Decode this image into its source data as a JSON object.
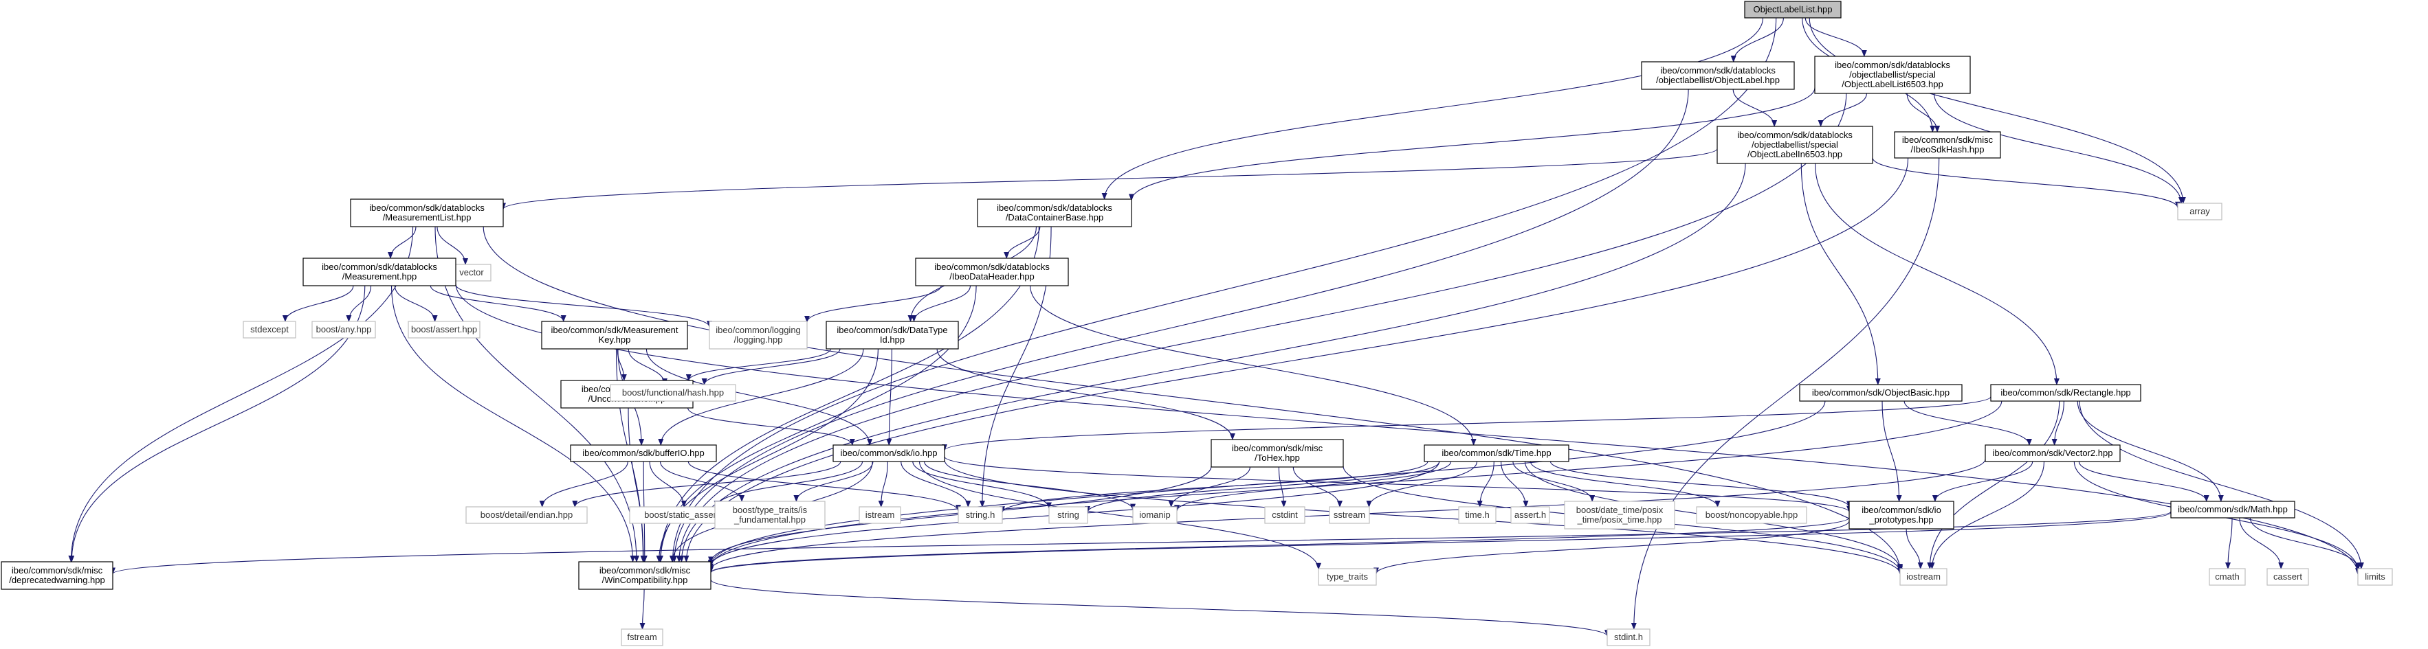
{
  "diagram": {
    "kind": "include-dependency-graph",
    "colors": {
      "edge": "#191970",
      "root_fill": "#bfbfbf",
      "node_border": "#000000",
      "external_border": "#bfbfbf",
      "background": "#ffffff"
    },
    "nodes": [
      {
        "id": "root",
        "lines": [
          "ObjectLabelList.hpp"
        ],
        "kind": "root"
      },
      {
        "id": "objlabel",
        "lines": [
          "ibeo/common/sdk/datablocks",
          "/objectlabellist/ObjectLabel.hpp"
        ],
        "kind": "doc"
      },
      {
        "id": "oll6503",
        "lines": [
          "ibeo/common/sdk/datablocks",
          "/objectlabellist/special",
          "/ObjectLabelList6503.hpp"
        ],
        "kind": "doc"
      },
      {
        "id": "ol6503",
        "lines": [
          "ibeo/common/sdk/datablocks",
          "/objectlabellist/special",
          "/ObjectLabelIn6503.hpp"
        ],
        "kind": "doc"
      },
      {
        "id": "sdkhash",
        "lines": [
          "ibeo/common/sdk/misc",
          "/IbeoSdkHash.hpp"
        ],
        "kind": "doc"
      },
      {
        "id": "array",
        "lines": [
          "array"
        ],
        "kind": "ext"
      },
      {
        "id": "measlist",
        "lines": [
          "ibeo/common/sdk/datablocks",
          "/MeasurementList.hpp"
        ],
        "kind": "doc"
      },
      {
        "id": "dcb",
        "lines": [
          "ibeo/common/sdk/datablocks",
          "/DataContainerBase.hpp"
        ],
        "kind": "doc"
      },
      {
        "id": "vector",
        "lines": [
          "vector"
        ],
        "kind": "ext"
      },
      {
        "id": "meas",
        "lines": [
          "ibeo/common/sdk/datablocks",
          "/Measurement.hpp"
        ],
        "kind": "doc"
      },
      {
        "id": "idh",
        "lines": [
          "ibeo/common/sdk/datablocks",
          "/IbeoDataHeader.hpp"
        ],
        "kind": "doc"
      },
      {
        "id": "stdexcept",
        "lines": [
          "stdexcept"
        ],
        "kind": "ext"
      },
      {
        "id": "boostany",
        "lines": [
          "boost/any.hpp"
        ],
        "kind": "ext"
      },
      {
        "id": "boostassert",
        "lines": [
          "boost/assert.hpp"
        ],
        "kind": "ext"
      },
      {
        "id": "mkey",
        "lines": [
          "ibeo/common/sdk/Measurement",
          "Key.hpp"
        ],
        "kind": "doc"
      },
      {
        "id": "logging",
        "lines": [
          "ibeo/common/logging",
          "/logging.hpp"
        ],
        "kind": "ext"
      },
      {
        "id": "dtid",
        "lines": [
          "ibeo/common/sdk/DataType",
          "Id.hpp"
        ],
        "kind": "doc"
      },
      {
        "id": "unconv",
        "lines": [
          "ibeo/common/sdk/misc",
          "/Unconvertable.hpp"
        ],
        "kind": "doc"
      },
      {
        "id": "boosthash",
        "lines": [
          "boost/functional/hash.hpp"
        ],
        "kind": "ext"
      },
      {
        "id": "objbasic",
        "lines": [
          "ibeo/common/sdk/ObjectBasic.hpp"
        ],
        "kind": "doc"
      },
      {
        "id": "rect",
        "lines": [
          "ibeo/common/sdk/Rectangle.hpp"
        ],
        "kind": "doc"
      },
      {
        "id": "bufio",
        "lines": [
          "ibeo/common/sdk/bufferIO.hpp"
        ],
        "kind": "doc"
      },
      {
        "id": "io",
        "lines": [
          "ibeo/common/sdk/io.hpp"
        ],
        "kind": "doc"
      },
      {
        "id": "tohex",
        "lines": [
          "ibeo/common/sdk/misc",
          "/ToHex.hpp"
        ],
        "kind": "doc"
      },
      {
        "id": "time",
        "lines": [
          "ibeo/common/sdk/Time.hpp"
        ],
        "kind": "doc"
      },
      {
        "id": "vec2",
        "lines": [
          "ibeo/common/sdk/Vector2.hpp"
        ],
        "kind": "doc"
      },
      {
        "id": "endian",
        "lines": [
          "boost/detail/endian.hpp"
        ],
        "kind": "ext"
      },
      {
        "id": "staticassert",
        "lines": [
          "boost/static_assert.hpp"
        ],
        "kind": "ext"
      },
      {
        "id": "typetraitsfund",
        "lines": [
          "boost/type_traits/is",
          "_fundamental.hpp"
        ],
        "kind": "ext"
      },
      {
        "id": "istream",
        "lines": [
          "istream"
        ],
        "kind": "ext"
      },
      {
        "id": "stringh",
        "lines": [
          "string.h"
        ],
        "kind": "ext"
      },
      {
        "id": "string",
        "lines": [
          "string"
        ],
        "kind": "ext"
      },
      {
        "id": "iomanip",
        "lines": [
          "iomanip"
        ],
        "kind": "ext"
      },
      {
        "id": "cstdint",
        "lines": [
          "cstdint"
        ],
        "kind": "ext"
      },
      {
        "id": "sstream",
        "lines": [
          "sstream"
        ],
        "kind": "ext"
      },
      {
        "id": "timeh",
        "lines": [
          "time.h"
        ],
        "kind": "ext"
      },
      {
        "id": "asserth",
        "lines": [
          "assert.h"
        ],
        "kind": "ext"
      },
      {
        "id": "posix",
        "lines": [
          "boost/date_time/posix",
          "_time/posix_time.hpp"
        ],
        "kind": "ext"
      },
      {
        "id": "noncopy",
        "lines": [
          "boost/noncopyable.hpp"
        ],
        "kind": "ext"
      },
      {
        "id": "ioproto",
        "lines": [
          "ibeo/common/sdk/io",
          "_prototypes.hpp"
        ],
        "kind": "doc"
      },
      {
        "id": "math",
        "lines": [
          "ibeo/common/sdk/Math.hpp"
        ],
        "kind": "doc"
      },
      {
        "id": "deprecated",
        "lines": [
          "ibeo/common/sdk/misc",
          "/deprecatedwarning.hpp"
        ],
        "kind": "doc"
      },
      {
        "id": "wincompat",
        "lines": [
          "ibeo/common/sdk/misc",
          "/WinCompatibility.hpp"
        ],
        "kind": "doc"
      },
      {
        "id": "typetraits",
        "lines": [
          "type_traits"
        ],
        "kind": "ext"
      },
      {
        "id": "iostream",
        "lines": [
          "iostream"
        ],
        "kind": "ext"
      },
      {
        "id": "cmath",
        "lines": [
          "cmath"
        ],
        "kind": "ext"
      },
      {
        "id": "cassert",
        "lines": [
          "cassert"
        ],
        "kind": "ext"
      },
      {
        "id": "limits",
        "lines": [
          "limits"
        ],
        "kind": "ext"
      },
      {
        "id": "fstream",
        "lines": [
          "fstream"
        ],
        "kind": "ext"
      },
      {
        "id": "stdinth",
        "lines": [
          "stdint.h"
        ],
        "kind": "ext"
      }
    ],
    "edges": [
      [
        "root",
        "objlabel"
      ],
      [
        "root",
        "oll6503"
      ],
      [
        "root",
        "sdkhash"
      ],
      [
        "root",
        "array"
      ],
      [
        "root",
        "dcb"
      ],
      [
        "root",
        "wincompat"
      ],
      [
        "objlabel",
        "ol6503"
      ],
      [
        "objlabel",
        "wincompat"
      ],
      [
        "oll6503",
        "ol6503"
      ],
      [
        "oll6503",
        "sdkhash"
      ],
      [
        "oll6503",
        "array"
      ],
      [
        "oll6503",
        "dcb"
      ],
      [
        "oll6503",
        "wincompat"
      ],
      [
        "ol6503",
        "measlist"
      ],
      [
        "ol6503",
        "array"
      ],
      [
        "ol6503",
        "objbasic"
      ],
      [
        "ol6503",
        "rect"
      ],
      [
        "ol6503",
        "wincompat"
      ],
      [
        "sdkhash",
        "wincompat"
      ],
      [
        "sdkhash",
        "stdinth"
      ],
      [
        "measlist",
        "meas"
      ],
      [
        "measlist",
        "vector"
      ],
      [
        "measlist",
        "wincompat"
      ],
      [
        "measlist",
        "deprecated"
      ],
      [
        "measlist",
        "iostream"
      ],
      [
        "dcb",
        "idh"
      ],
      [
        "dcb",
        "dtid"
      ],
      [
        "dcb",
        "stringh"
      ],
      [
        "dcb",
        "wincompat"
      ],
      [
        "meas",
        "stdexcept"
      ],
      [
        "meas",
        "boostany"
      ],
      [
        "meas",
        "boostassert"
      ],
      [
        "meas",
        "mkey"
      ],
      [
        "meas",
        "logging"
      ],
      [
        "meas",
        "wincompat"
      ],
      [
        "meas",
        "deprecated"
      ],
      [
        "meas",
        "limits"
      ],
      [
        "idh",
        "dtid"
      ],
      [
        "idh",
        "logging"
      ],
      [
        "idh",
        "time"
      ],
      [
        "idh",
        "wincompat"
      ],
      [
        "mkey",
        "unconv"
      ],
      [
        "mkey",
        "boosthash"
      ],
      [
        "mkey",
        "io"
      ],
      [
        "mkey",
        "bufio"
      ],
      [
        "mkey",
        "wincompat"
      ],
      [
        "dtid",
        "unconv"
      ],
      [
        "dtid",
        "boosthash"
      ],
      [
        "dtid",
        "io"
      ],
      [
        "dtid",
        "bufio"
      ],
      [
        "dtid",
        "tohex"
      ],
      [
        "dtid",
        "wincompat"
      ],
      [
        "unconv",
        "io"
      ],
      [
        "unconv",
        "wincompat"
      ],
      [
        "objbasic",
        "vec2"
      ],
      [
        "objbasic",
        "ioproto"
      ],
      [
        "objbasic",
        "wincompat"
      ],
      [
        "rect",
        "io"
      ],
      [
        "rect",
        "vec2"
      ],
      [
        "rect",
        "math"
      ],
      [
        "rect",
        "iostream"
      ],
      [
        "rect",
        "limits"
      ],
      [
        "rect",
        "wincompat"
      ],
      [
        "bufio",
        "endian"
      ],
      [
        "bufio",
        "staticassert"
      ],
      [
        "bufio",
        "typetraitsfund"
      ],
      [
        "bufio",
        "stringh"
      ],
      [
        "bufio",
        "wincompat"
      ],
      [
        "io",
        "endian"
      ],
      [
        "io",
        "staticassert"
      ],
      [
        "io",
        "typetraitsfund"
      ],
      [
        "io",
        "istream"
      ],
      [
        "io",
        "stringh"
      ],
      [
        "io",
        "string"
      ],
      [
        "io",
        "iomanip"
      ],
      [
        "io",
        "ioproto"
      ],
      [
        "io",
        "typetraits"
      ],
      [
        "io",
        "iostream"
      ],
      [
        "io",
        "wincompat"
      ],
      [
        "tohex",
        "iomanip"
      ],
      [
        "tohex",
        "cstdint"
      ],
      [
        "tohex",
        "sstream"
      ],
      [
        "tohex",
        "iostream"
      ],
      [
        "tohex",
        "wincompat"
      ],
      [
        "time",
        "string"
      ],
      [
        "time",
        "iomanip"
      ],
      [
        "time",
        "sstream"
      ],
      [
        "time",
        "timeh"
      ],
      [
        "time",
        "asserth"
      ],
      [
        "time",
        "posix"
      ],
      [
        "time",
        "noncopy"
      ],
      [
        "time",
        "ioproto"
      ],
      [
        "time",
        "stringh"
      ],
      [
        "time",
        "iostream"
      ],
      [
        "time",
        "wincompat"
      ],
      [
        "vec2",
        "ioproto"
      ],
      [
        "vec2",
        "math"
      ],
      [
        "vec2",
        "iostream"
      ],
      [
        "vec2",
        "limits"
      ],
      [
        "vec2",
        "wincompat"
      ],
      [
        "ioproto",
        "iostream"
      ],
      [
        "ioproto",
        "typetraits"
      ],
      [
        "ioproto",
        "wincompat"
      ],
      [
        "math",
        "cmath"
      ],
      [
        "math",
        "cassert"
      ],
      [
        "math",
        "limits"
      ],
      [
        "math",
        "wincompat"
      ],
      [
        "math",
        "deprecated"
      ],
      [
        "wincompat",
        "fstream"
      ],
      [
        "wincompat",
        "stdinth"
      ]
    ]
  }
}
